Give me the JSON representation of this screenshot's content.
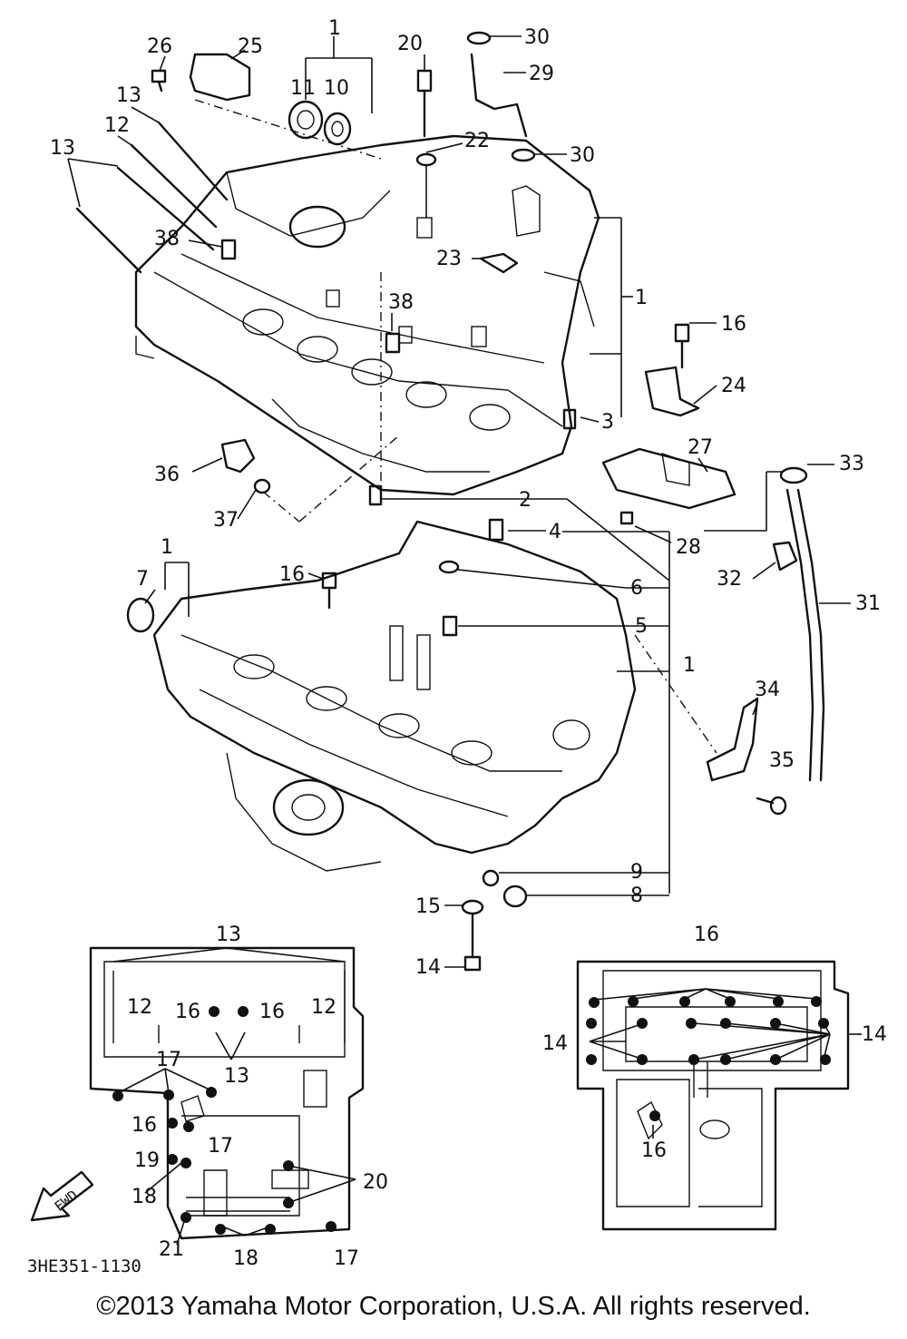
{
  "diagram_code": "3HE351-1130",
  "copyright": "©2013 Yamaha Motor Corporation, U.S.A. All rights reserved.",
  "fwd_label": "FWD",
  "callouts": {
    "c1": "1",
    "c2": "2",
    "c3": "3",
    "c4": "4",
    "c5": "5",
    "c6": "6",
    "c7": "7",
    "c8": "8",
    "c9": "9",
    "c10": "10",
    "c11": "11",
    "c12": "12",
    "c13": "13",
    "c14": "14",
    "c15": "15",
    "c16": "16",
    "c17": "17",
    "c18": "18",
    "c19": "19",
    "c20": "20",
    "c21": "21",
    "c22": "22",
    "c23": "23",
    "c24": "24",
    "c25": "25",
    "c26": "26",
    "c27": "27",
    "c28": "28",
    "c29": "29",
    "c30": "30",
    "c31": "31",
    "c32": "32",
    "c33": "33",
    "c34": "34",
    "c35": "35",
    "c36": "36",
    "c37": "37",
    "c38": "38"
  },
  "colors": {
    "ink": "#111111",
    "background": "#ffffff"
  }
}
